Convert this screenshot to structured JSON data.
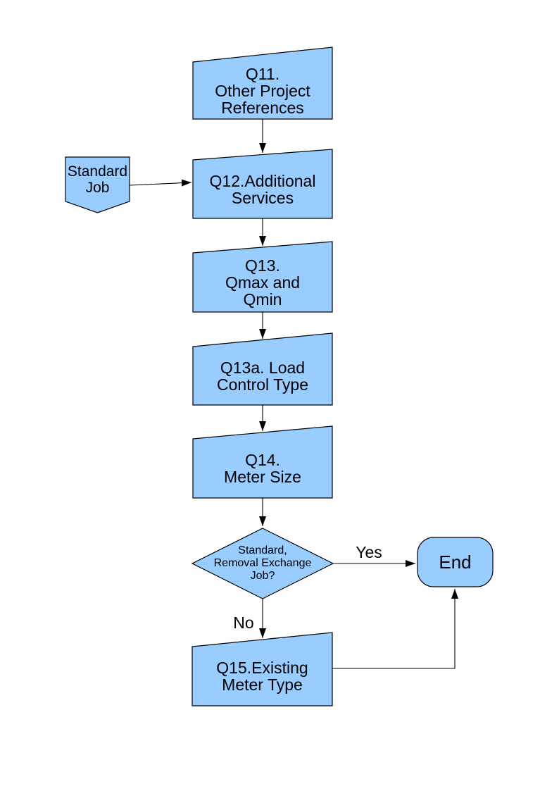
{
  "page": {
    "background": "#FFFFFF"
  },
  "theme": {
    "node_fill": "#99CCFF",
    "node_stroke": "#000000",
    "connector_color": "#000000",
    "text_color": "#000000"
  },
  "nodes": {
    "q11": {
      "label": "Q11.\nOther Project\nReferences",
      "shape": "manual-input"
    },
    "standard_job": {
      "label": "Standard\nJob",
      "shape": "off-page-connector"
    },
    "q12": {
      "label": "Q12.Additional\nServices",
      "shape": "manual-input"
    },
    "q13": {
      "label": "Q13.\nQmax and\nQmin",
      "shape": "manual-input"
    },
    "q13a": {
      "label": "Q13a. Load\nControl Type",
      "shape": "manual-input"
    },
    "q14": {
      "label": "Q14.\nMeter Size",
      "shape": "manual-input"
    },
    "decision": {
      "label": "Standard,\nRemoval Exchange\nJob?",
      "shape": "decision-diamond"
    },
    "q15": {
      "label": "Q15.Existing\nMeter Type",
      "shape": "manual-input"
    },
    "end": {
      "label": "End",
      "shape": "terminator"
    }
  },
  "edge_labels": {
    "yes": "Yes",
    "no": "No"
  }
}
